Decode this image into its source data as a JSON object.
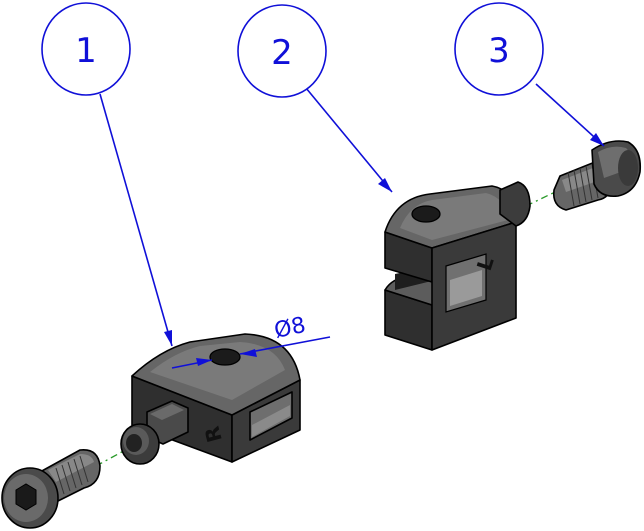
{
  "balloons": {
    "b1": "1",
    "b2": "2",
    "b3": "3"
  },
  "dimension": {
    "diameter": "Ø8"
  },
  "engravings": {
    "right_part": "R",
    "left_part": "L"
  },
  "colors": {
    "annotation": "#1010d8",
    "centerline": "#2a9a2a",
    "part_face_light": "#5a5a5a",
    "part_face_dark": "#2e2e2e"
  }
}
